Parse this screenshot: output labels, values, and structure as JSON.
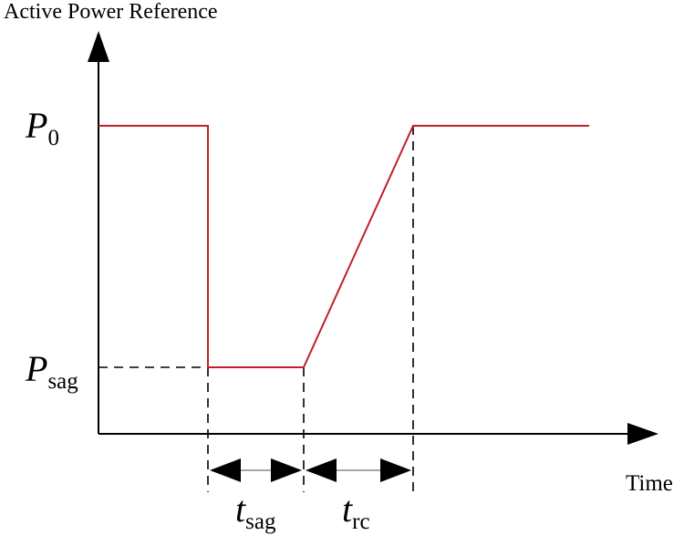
{
  "title": "Active Power Reference",
  "x_axis_label": "Time",
  "levels": {
    "p0": {
      "main": "P",
      "sub": "0"
    },
    "psag": {
      "main": "P",
      "sub": "sag"
    }
  },
  "intervals": {
    "tsag": {
      "main": "t",
      "sub": "sag"
    },
    "trc": {
      "main": "t",
      "sub": "rc"
    }
  },
  "colors": {
    "waveform": "#c0202a",
    "axes": "#000000",
    "guides": "#000000",
    "interval_line": "#888888"
  }
}
